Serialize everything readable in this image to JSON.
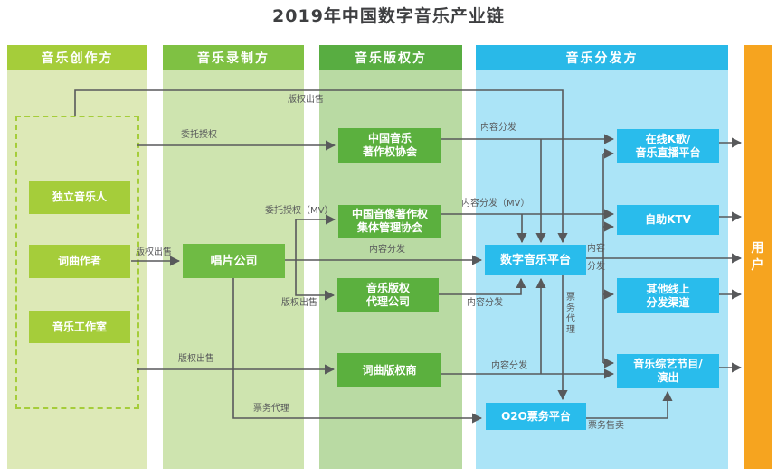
{
  "title": "2019年中国数字音乐产业链",
  "colors": {
    "col1_header": "#a5cd3a",
    "col1_bg": "#dde9b7",
    "col2_header": "#7fc143",
    "col2_bg": "#cee4af",
    "col3_header": "#58ad41",
    "col3_bg": "#b9daa3",
    "col4_header": "#29b9e8",
    "col4_bg": "#abe4f7",
    "box_col1": "#a5cd3a",
    "box_col2": "#6fbb44",
    "box_col3": "#5bb03e",
    "box_col4": "#29bcec",
    "user_bar": "#f6a41f",
    "line": "#58595b",
    "label_text": "#57585a"
  },
  "columns": [
    {
      "label": "音乐创作方"
    },
    {
      "label": "音乐录制方"
    },
    {
      "label": "音乐版权方"
    },
    {
      "label": "音乐分发方"
    }
  ],
  "user_bar": {
    "label": "用\n户"
  },
  "nodes": {
    "independent_musician": "独立音乐人",
    "songwriter": "词曲作者",
    "music_studio": "音乐工作室",
    "record_company": "唱片公司",
    "music_copyright_society": "中国音乐\n著作权协会",
    "audio_video_collective": "中国音像著作权\n集体管理协会",
    "copyright_agency": "音乐版权\n代理公司",
    "lyrics_copyright_dealer": "词曲版权商",
    "online_karaoke": "在线K歌/\n音乐直播平台",
    "self_service_ktv": "自助KTV",
    "digital_music_platform": "数字音乐平台",
    "other_online_channels": "其他线上\n分发渠道",
    "music_variety_show": "音乐综艺节目/\n演出",
    "o2o_ticket_platform": "O2O票务平台"
  },
  "edge_labels": {
    "sale_top": "版权出售",
    "entrust": "委托授权",
    "sale_songwriter": "版权出售",
    "entrust_mv": "委托授权（MV）",
    "sale_agency": "版权出售",
    "sale_lyrics": "版权出售",
    "ticket_agency": "票务代理",
    "dist_society": "内容分发",
    "dist_mv": "内容分发（MV）",
    "dist_record": "内容分发",
    "dist_agency": "内容分发",
    "dist_lyrics": "内容分发",
    "dist_platform": "内容\n分发",
    "ticket_agency_vertical": "票务代理",
    "ticket_sale": "票务售卖"
  }
}
